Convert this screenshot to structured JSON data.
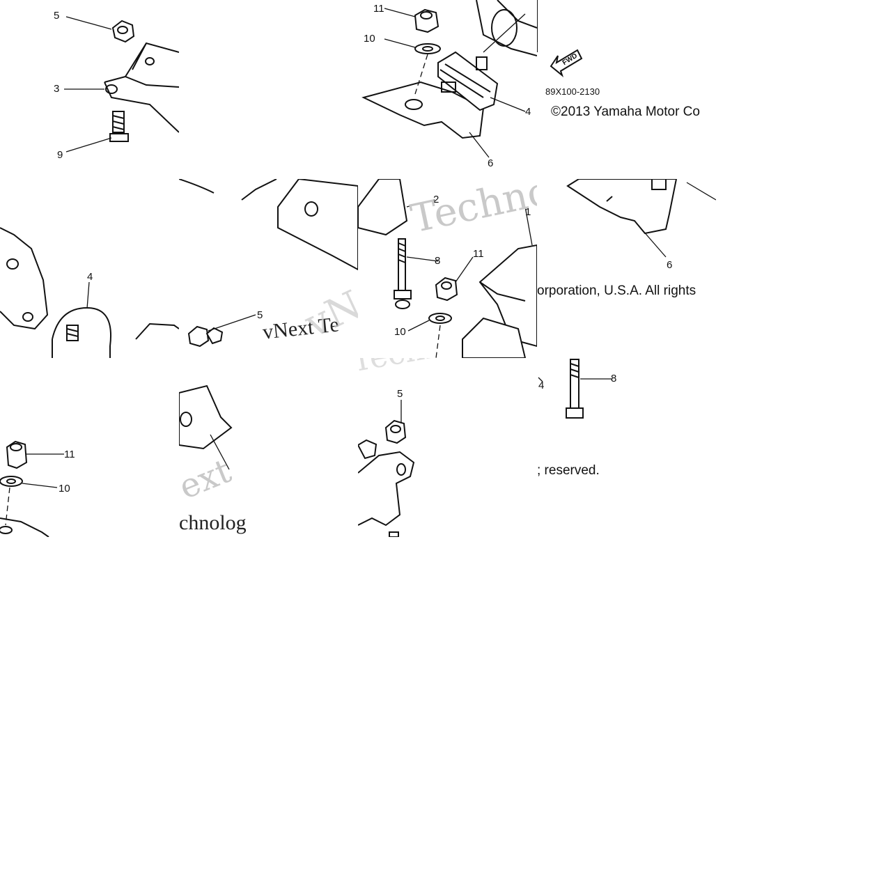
{
  "diagram_code": "89X100-2130",
  "copyright_line1": "©2013 Yamaha Motor Co",
  "copyright_line2": "orporation, U.S.A. All rights",
  "copyright_line3": "; reserved.",
  "watermark_parts": [
    "vNext Te",
    "Techno",
    "chnolog",
    "ext",
    "vNe"
  ],
  "fwd_label": "FWD",
  "callouts": {
    "a": "5",
    "b": "3",
    "c": "9",
    "d": "11",
    "e": "10",
    "f": "4",
    "g": "6",
    "h": "2",
    "i": "8",
    "j": "11",
    "k": "6",
    "l": "4",
    "m": "5",
    "n": "10",
    "o": "11",
    "p": "10",
    "q": "1",
    "r": "5",
    "s": "4",
    "t": "8"
  }
}
